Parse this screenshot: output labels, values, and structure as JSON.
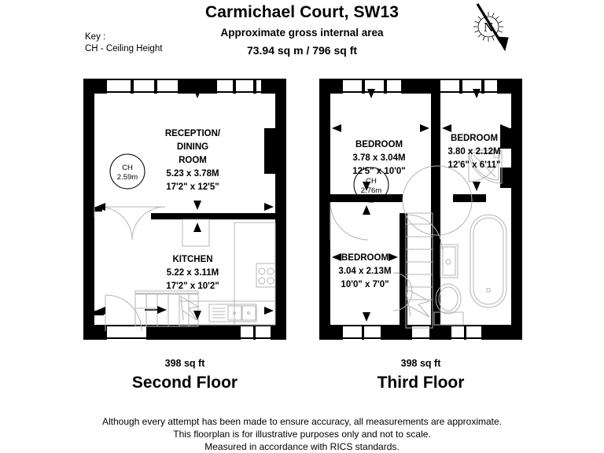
{
  "header": {
    "title": "Carmichael Court, SW13",
    "subtitle": "Approximate gross internal area",
    "area_total": "73.94 sq m / 796 sq ft"
  },
  "key": {
    "heading": "Key :",
    "line": "CH - Ceiling Height"
  },
  "compass": {
    "north_label": "N",
    "icon": "compass-north-icon"
  },
  "floors": [
    {
      "id": "second",
      "area": "398 sq ft",
      "name": "Second Floor",
      "rooms": [
        {
          "name_lines": [
            "RECEPTION/",
            "DINING",
            "ROOM"
          ],
          "dim_metric": "5.23 x 3.78M",
          "dim_imperial": "17'2\" x 12'5\""
        },
        {
          "name_lines": [
            "KITCHEN"
          ],
          "dim_metric": "5.22 x 3.11M",
          "dim_imperial": "17'2\" x 10'2\""
        }
      ],
      "ceiling_height": {
        "label": "CH",
        "value": "2.59m"
      }
    },
    {
      "id": "third",
      "area": "398 sq ft",
      "name": "Third Floor",
      "rooms": [
        {
          "name_lines": [
            "BEDROOM"
          ],
          "dim_metric": "3.78 x 3.04M",
          "dim_imperial": "12'5\" x 10'0\""
        },
        {
          "name_lines": [
            "BEDROOM"
          ],
          "dim_metric": "3.80 x 2.12M",
          "dim_imperial": "12'6\" x 6'11\""
        },
        {
          "name_lines": [
            "BEDROOM"
          ],
          "dim_metric": "3.04 x 2.13M",
          "dim_imperial": "10'0\" x 7'0\""
        }
      ],
      "ceiling_height": {
        "label": "CH",
        "value": "2.76m"
      }
    }
  ],
  "disclaimer": {
    "line1": "Although every attempt has been made to ensure accuracy, all measurements are approximate.",
    "line2": "This floorplan is for illustrative purposes only and not to scale.",
    "line3": "Measured in accordance with RICS standards."
  },
  "colors": {
    "wall": "#000000",
    "fixture": "#b4b4b4",
    "background": "#ffffff"
  }
}
